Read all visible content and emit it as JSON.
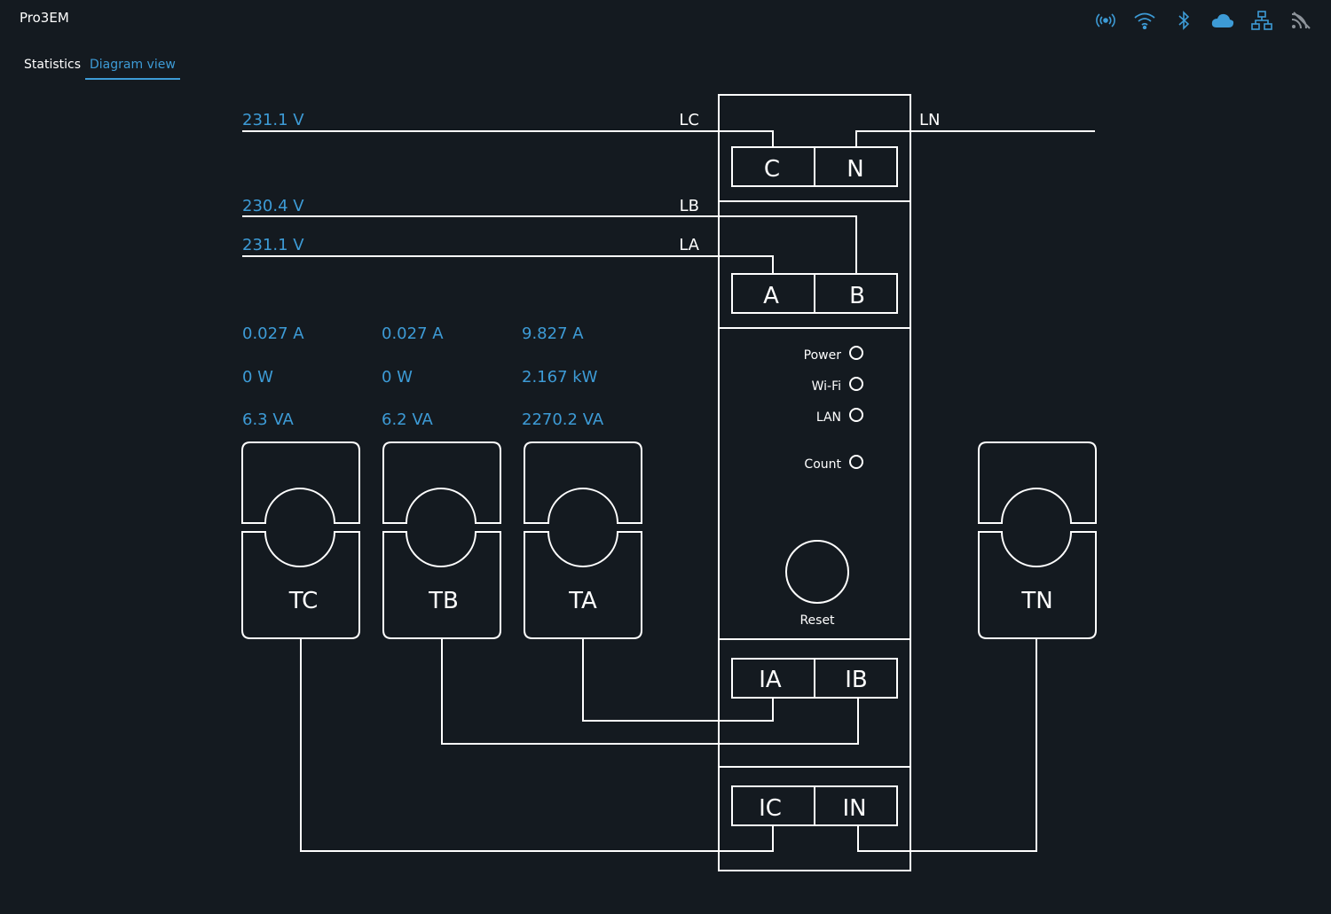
{
  "app": {
    "title": "Pro3EM"
  },
  "status_icons": [
    "broadcast-icon",
    "wifi-icon",
    "bluetooth-icon",
    "cloud-icon",
    "ethernet-icon",
    "rss-icon"
  ],
  "colors": {
    "accent": "#3d9bd6",
    "background": "#141a20",
    "line": "#ffffff"
  },
  "tabs": [
    {
      "label": "Statistics",
      "active": false
    },
    {
      "label": "Diagram view",
      "active": true
    }
  ],
  "lines": {
    "c": {
      "voltage": "231.1 V",
      "label": "LC"
    },
    "b": {
      "voltage": "230.4 V",
      "label": "LB"
    },
    "a": {
      "voltage": "231.1 V",
      "label": "LA"
    },
    "n": {
      "label": "LN"
    }
  },
  "phases": {
    "c": {
      "current": "0.027 A",
      "power": "0 W",
      "apparent": "6.3 VA",
      "ct": "TC"
    },
    "b": {
      "current": "0.027 A",
      "power": "0 W",
      "apparent": "6.2 VA",
      "ct": "TB"
    },
    "a": {
      "current": "9.827 A",
      "power": "2.167 kW",
      "apparent": "2270.2 VA",
      "ct": "TA"
    },
    "n": {
      "ct": "TN"
    }
  },
  "device": {
    "terminals_top": {
      "c": "C",
      "n": "N",
      "a": "A",
      "b": "B"
    },
    "terminals_bottom": {
      "ia": "IA",
      "ib": "IB",
      "ic": "IC",
      "in": "IN"
    },
    "leds": {
      "power": "Power",
      "wifi": "Wi-Fi",
      "lan": "LAN",
      "count": "Count"
    },
    "reset": "Reset"
  }
}
